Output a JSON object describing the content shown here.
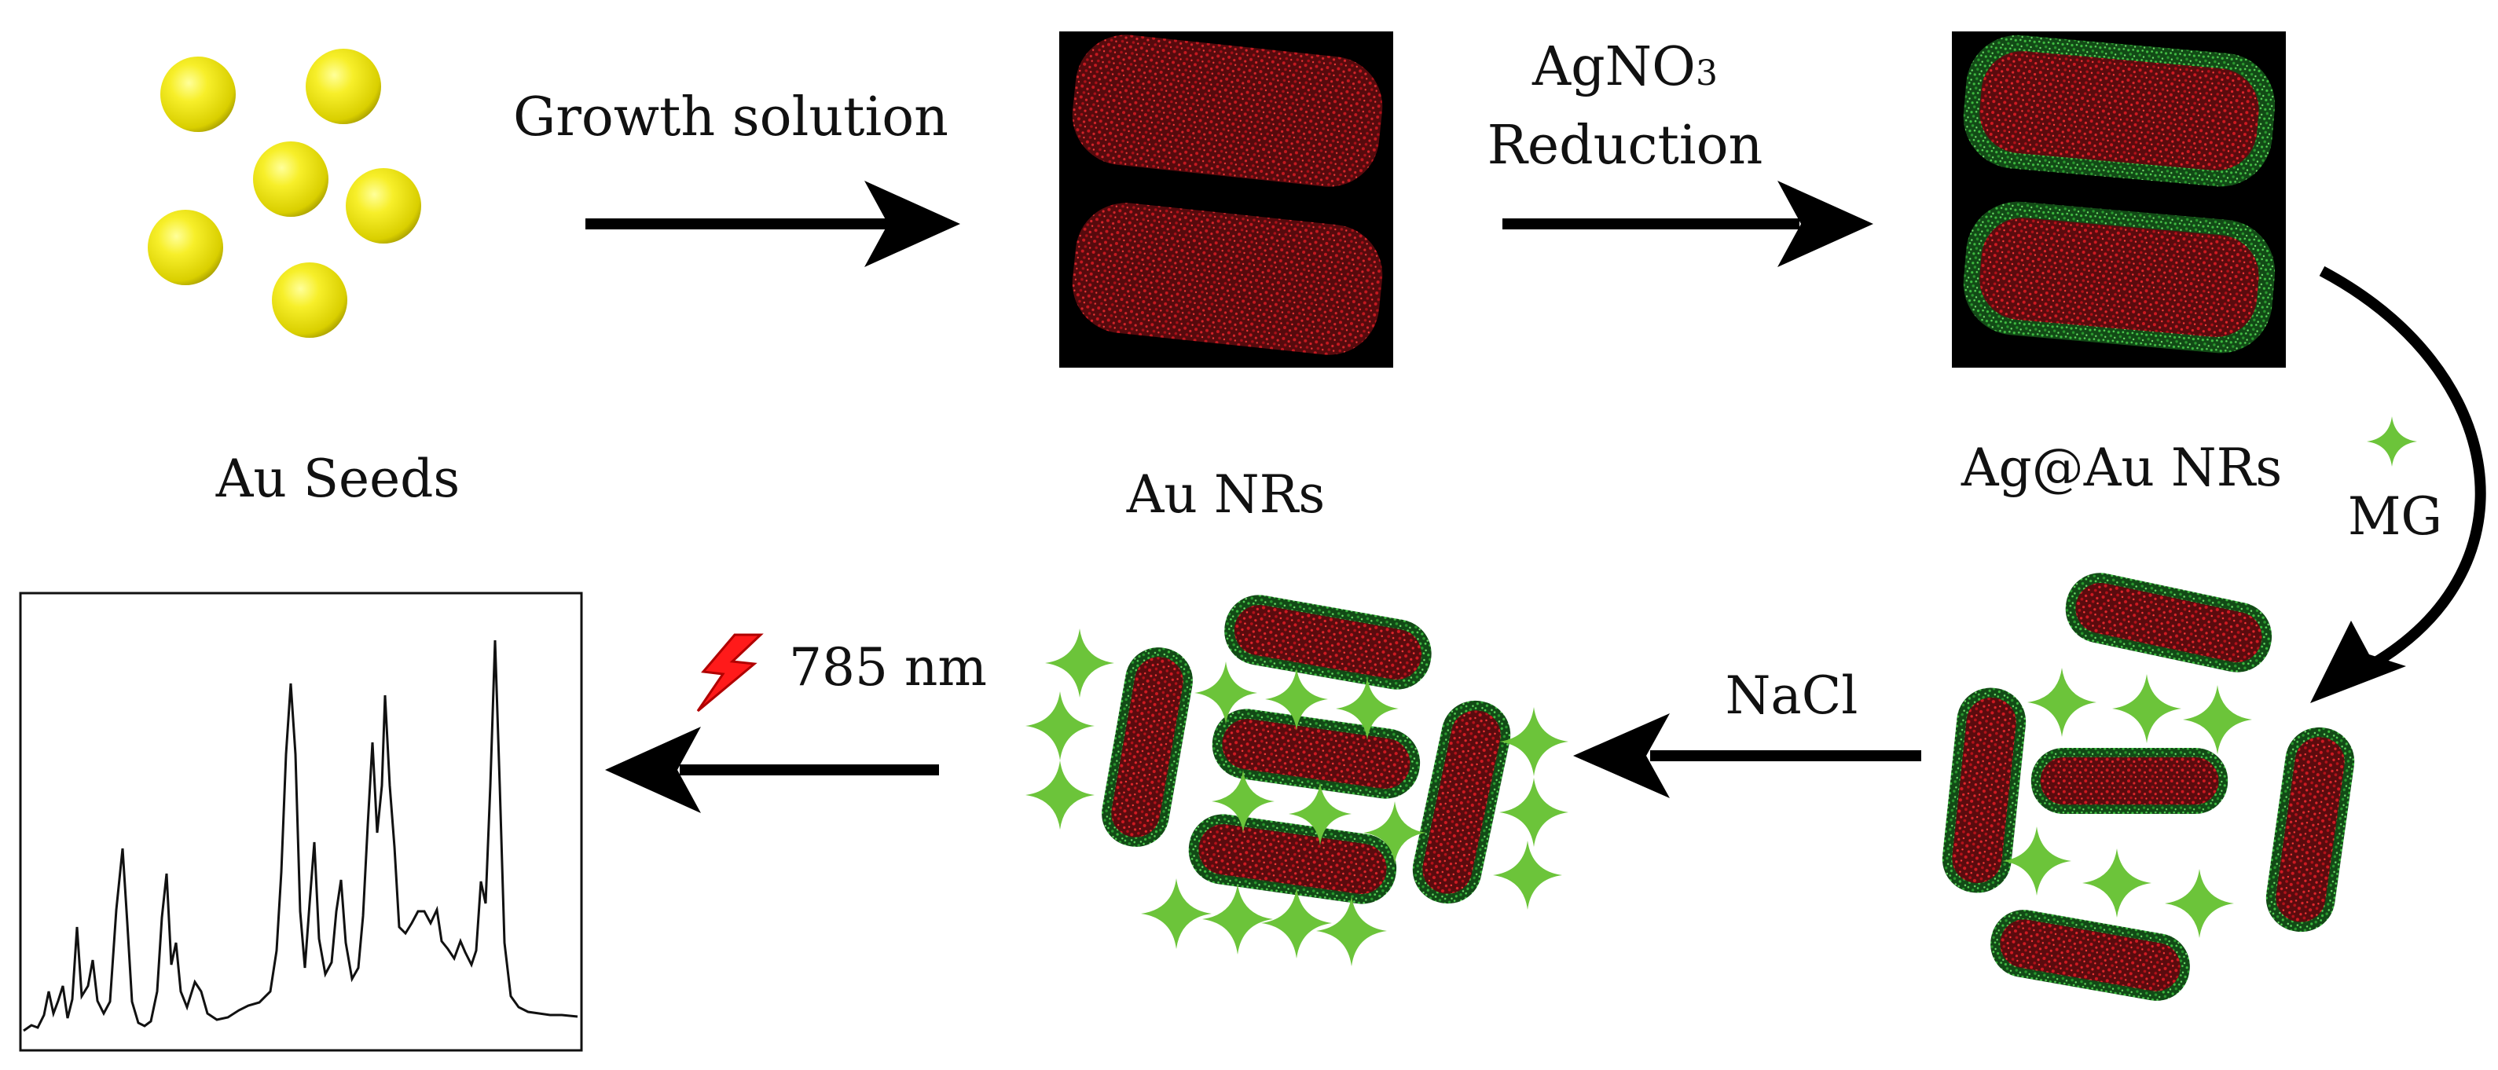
{
  "labels": {
    "growth": "Growth solution",
    "agno3_main": "AgNO",
    "agno3_sub": "3",
    "reduction": "Reduction",
    "au_seeds": "Au Seeds",
    "au_nrs": "Au NRs",
    "ag_au_nrs": "Ag@Au NRs",
    "mg": "MG",
    "nacl": "NaCl",
    "laser": "785 nm"
  },
  "colors": {
    "seed": "#f2ea1a",
    "seed_edge": "#c9c000",
    "gold_core": "#b3141a",
    "silver_shell": "#2f9a35",
    "mg_star": "#6cc43a",
    "arrow": "#000000",
    "laser_bolt": "#ff1a1a",
    "panel_bg": "#000000",
    "spectrum_line": "#111111"
  },
  "icons": {
    "seed": "yellow-sphere",
    "mg": "four-point-star",
    "laser": "lightning-bolt"
  }
}
